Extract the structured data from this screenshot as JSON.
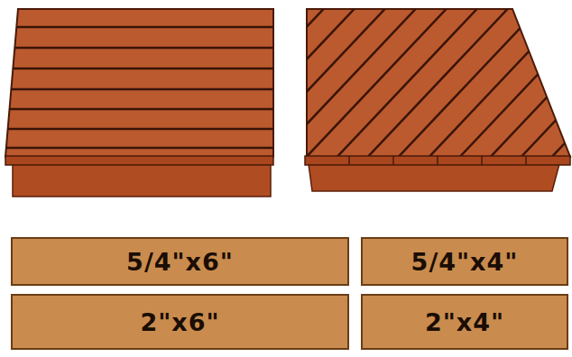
{
  "diagram": {
    "nodes": [
      {
        "text": [
          "5/4\"x6\""
        ]
      },
      {
        "text": [
          "5/4\"x4\""
        ]
      },
      {
        "text": [
          "2\"x6\""
        ]
      },
      {
        "text": [
          "2\"x4\""
        ]
      }
    ]
  }
}
